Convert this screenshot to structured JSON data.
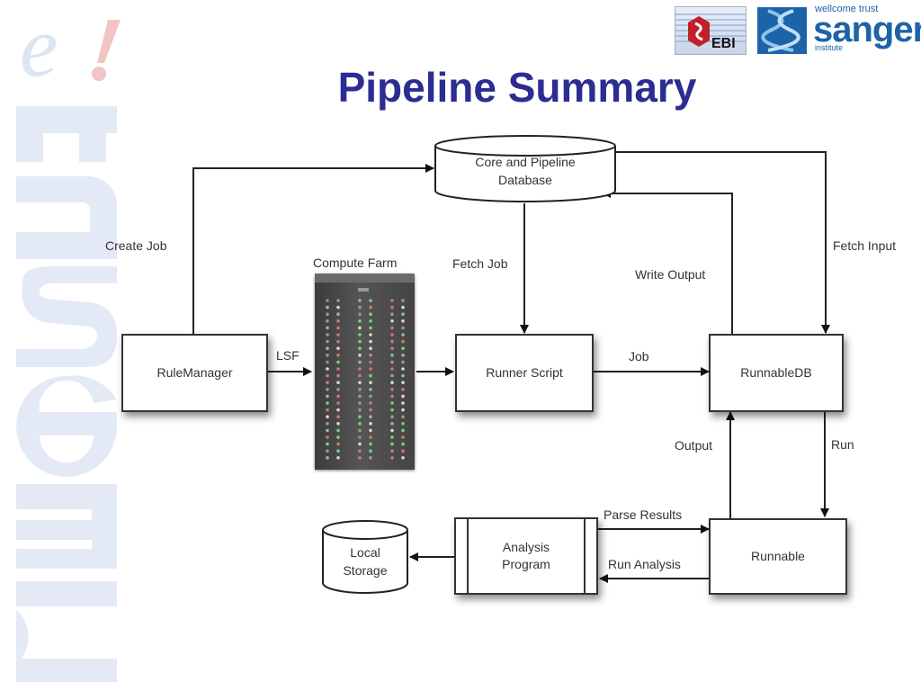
{
  "slide": {
    "title": "Pipeline Summary",
    "watermark_text": "Ensembl",
    "brand_logo_text": "e!",
    "colors": {
      "title": "#2c2c93",
      "watermark": "#e3eaf5",
      "logo_e": "#dbe5f3",
      "logo_bang": "#f2c4c4",
      "sanger_blue": "#1d63a8"
    }
  },
  "logos": {
    "ebi": {
      "text": "EBI"
    },
    "sanger": {
      "top_line": "wellcome trust",
      "main": "sanger",
      "bottom_line": "institute"
    }
  },
  "diagram": {
    "nodes": {
      "database": "Core and Pipeline\nDatabase",
      "rule_manager": "RuleManager",
      "compute_farm": "Compute Farm",
      "runner_script": "Runner Script",
      "runnable_db": "RunnableDB",
      "runnable": "Runnable",
      "analysis_program": "Analysis\nProgram",
      "local_storage": "Local\nStorage"
    },
    "edges": {
      "create_job": "Create Job",
      "lsf": "LSF",
      "fetch_job": "Fetch Job",
      "write_output": "Write Output",
      "fetch_input": "Fetch Input",
      "job": "Job",
      "output": "Output",
      "run": "Run",
      "parse_results": "Parse Results",
      "run_analysis": "Run Analysis"
    }
  }
}
